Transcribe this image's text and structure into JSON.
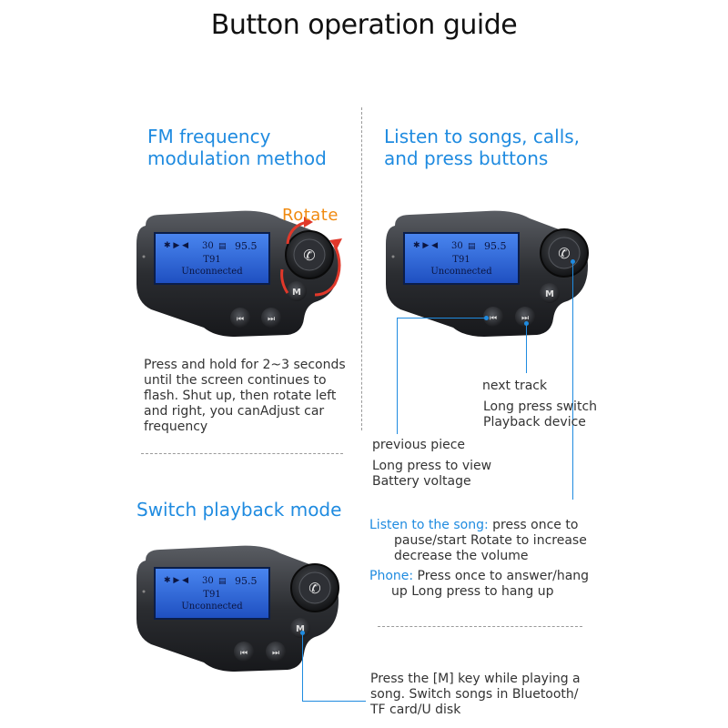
{
  "title": "Button operation guide",
  "fm_section": {
    "title_line1": "FM frequency",
    "title_line2": "modulation method",
    "rotate_label": "Rotate",
    "description_lines": [
      "Press and hold for 2~3 seconds",
      "until the screen continues to",
      "flash. Shut up, then rotate left",
      "and right, you canAdjust car",
      "frequency"
    ]
  },
  "listen_section": {
    "title_line1": "Listen to songs, calls,",
    "title_line2": "and press buttons",
    "next_track": "next track",
    "next_long_line1": "Long press switch",
    "next_long_line2": "Playback device",
    "previous_piece": "previous piece",
    "prev_long_line1": "Long press to view",
    "prev_long_line2": "Battery voltage",
    "song_label": "Listen to the song:",
    "song_text_line1": " press once to",
    "song_text_line2": "pause/start  Rotate to increase",
    "song_text_line3": "decrease the volume",
    "phone_label": "Phone:",
    "phone_text_line1": " Press once to answer/hang",
    "phone_text_line2": "up Long press to hang up"
  },
  "switch_section": {
    "title": "Switch playback mode",
    "description_lines": [
      "Press the [M] key while playing a",
      "song. Switch songs in Bluetooth/",
      "TF card/U disk"
    ]
  },
  "device_screen": {
    "status_number": "30",
    "frequency": "95.5",
    "model": "T91",
    "status": "Unconnected"
  },
  "colors": {
    "accent_blue": "#1f8be0",
    "rotate_orange": "#f08a10",
    "arrow_red": "#e0382a",
    "lcd_blue": "#2f6fe0"
  }
}
